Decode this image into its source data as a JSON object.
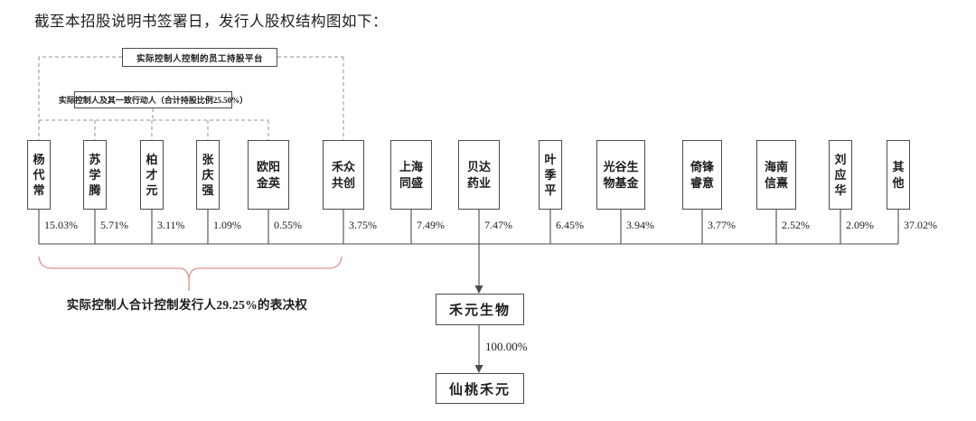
{
  "title": "截至本招股说明书签署日，发行人股权结构图如下：",
  "diagram": {
    "platform_box": "实际控制人控制的员工持股平台",
    "concert_box": "实际控制人及其一致行动人（合计持股比例25.50%）",
    "brace_label": "实际控制人合计控制发行人29.25%的表决权",
    "shareholders": [
      {
        "name": "杨代常",
        "percent": "15.03%"
      },
      {
        "name": "苏学腾",
        "percent": "5.71%"
      },
      {
        "name": "柏才元",
        "percent": "3.11%"
      },
      {
        "name": "张庆强",
        "percent": "1.09%"
      },
      {
        "name": "欧阳金英",
        "percent": "0.55%"
      },
      {
        "name": "禾众共创",
        "percent": "3.75%"
      },
      {
        "name": "上海同盛",
        "percent": "7.49%"
      },
      {
        "name": "贝达药业",
        "percent": "7.47%"
      },
      {
        "name": "叶季平",
        "percent": "6.45%"
      },
      {
        "name": "光谷生物基金",
        "percent": "3.94%"
      },
      {
        "name": "倚锋睿意",
        "percent": "3.77%"
      },
      {
        "name": "海南信熹",
        "percent": "2.52%"
      },
      {
        "name": "刘应华",
        "percent": "2.09%"
      },
      {
        "name": "其他",
        "percent": "37.02%"
      }
    ],
    "issuer": {
      "name": "禾元生物"
    },
    "subsidiary": {
      "name": "仙桃禾元",
      "ownership": "100.00%"
    },
    "colors": {
      "line": "#4a4a4a",
      "dashed_line": "#909090",
      "brace": "#dd8f8b",
      "text": "#1c1c1c"
    }
  }
}
